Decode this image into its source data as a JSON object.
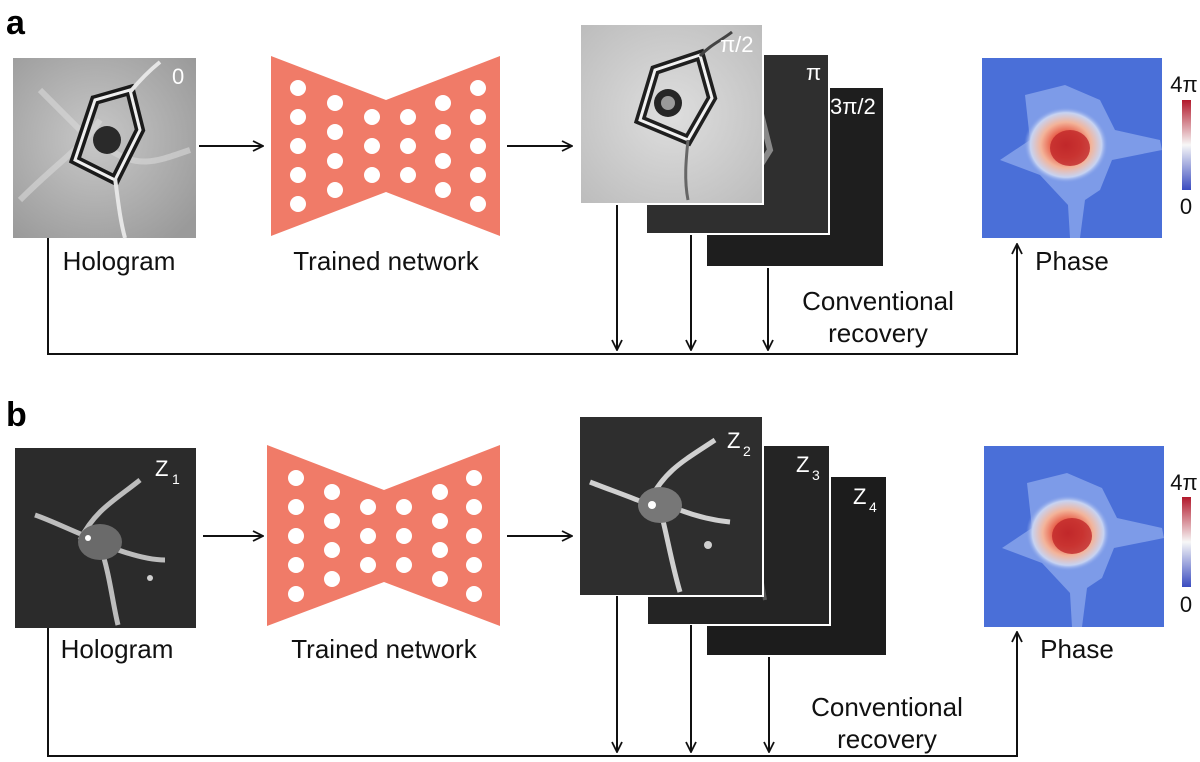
{
  "panels": [
    {
      "letter": "a",
      "hologram_label": "Hologram",
      "hologram_tag": "0",
      "network_label": "Trained network",
      "outputs": [
        "π/2",
        "π",
        "3π/2"
      ],
      "recovery_label_line1": "Conventional",
      "recovery_label_line2": "recovery",
      "phase_label": "Phase",
      "colorbar_max": "4π",
      "colorbar_min": "0"
    },
    {
      "letter": "b",
      "hologram_label": "Hologram",
      "hologram_tag": {
        "base": "Z",
        "sub": "1"
      },
      "network_label": "Trained network",
      "outputs": [
        {
          "base": "Z",
          "sub": "2"
        },
        {
          "base": "Z",
          "sub": "3"
        },
        {
          "base": "Z",
          "sub": "4"
        }
      ],
      "recovery_label_line1": "Conventional",
      "recovery_label_line2": "recovery",
      "phase_label": "Phase",
      "colorbar_max": "4π",
      "colorbar_min": "0"
    }
  ],
  "colors": {
    "network": "#F07B68",
    "arrow": "#111111",
    "colorbar_top": "#b2182b",
    "colorbar_mid": "#f7f7f7",
    "colorbar_bottom": "#3b4cc0",
    "phase_background": "#4a6fd8"
  }
}
